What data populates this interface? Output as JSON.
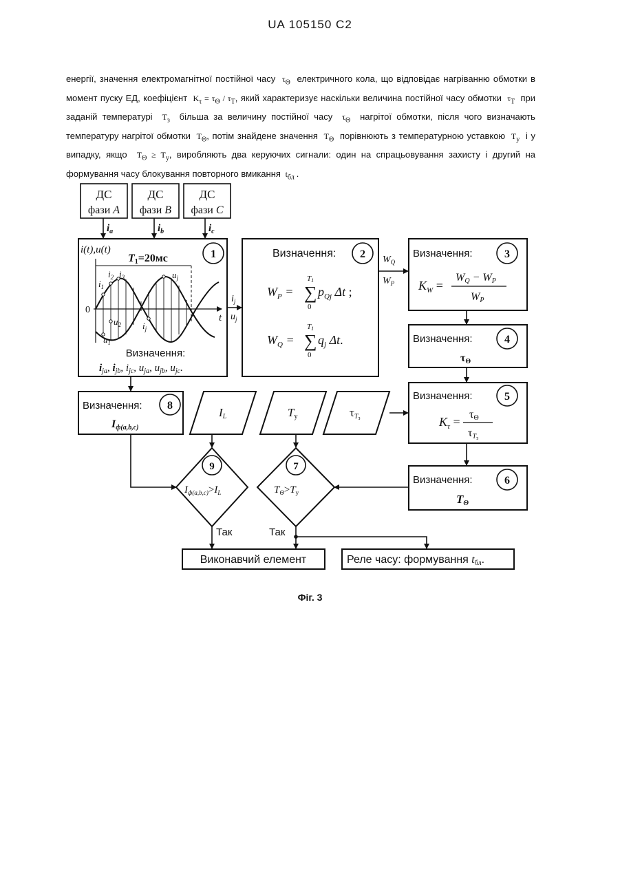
{
  "header": {
    "patent_id": "UA   105150   C2"
  },
  "paragraph": {
    "p1": "енергії, значення електромагнітної постійної часу",
    "s1": "τ",
    "s1sub": "Θ",
    "p2": "електричного кола, що відповідає нагріванню обмотки в момент пуску ЕД, коефіцієнт",
    "s2": "K",
    "s2sub": "τ",
    "s2rest": " = τ",
    "s2rest_sub": "Θ",
    "s2rest2": " / τ",
    "s2rest2_sub": "T",
    "p3": ", який характеризує наскільки величина постійної часу обмотки",
    "s3": "τ",
    "s3sub": "T",
    "p4": "при заданій температурі",
    "s4": "T",
    "s4sub": "з",
    "p5": "більша за величину постійної часу",
    "s5": "τ",
    "s5sub": "Θ",
    "p6": "нагрітої обмотки, після чого визначають температуру нагрітої обмотки",
    "s6": "T",
    "s6sub": "Θ",
    "p7": ", потім знайдене значення",
    "s7": "T",
    "s7sub": "Θ",
    "p8": "порівнюють з температурною уставкою",
    "s8": "T",
    "s8sub": "у",
    "p9": "і у випадку, якщо",
    "s9": "T",
    "s9sub": "Θ",
    "s9rest": " ≥ T",
    "s9rest_sub": "у",
    "p10": ", виробляють два керуючих сигнали: один на спрацьовування захисту і другий на формування часу блокування повторного вмикання",
    "s10": "t",
    "s10sub": "бл",
    "p11": "."
  },
  "figure": {
    "sensor_a": {
      "l1": "ДС",
      "l2": "фази ",
      "phase": "A",
      "signal": "i",
      "sub": "a"
    },
    "sensor_b": {
      "l1": "ДС",
      "l2": "фази ",
      "phase": "B",
      "signal": "i",
      "sub": "b"
    },
    "sensor_c": {
      "l1": "ДС",
      "l2": "фази ",
      "phase": "C",
      "signal": "i",
      "sub": "c"
    },
    "block1": {
      "number": "1",
      "axis_y": "i(t),u(t)",
      "axis_x": "t",
      "zero": "0",
      "period_T": "T",
      "period_sub": "1",
      "period_value": "=20мс",
      "lbl_i1": "i",
      "lbl_i2": "i",
      "lbl_i3": "i",
      "lbl_ij": "i",
      "lbl_u1": "u",
      "lbl_u2": "u",
      "lbl_uj": "u",
      "sub_1": "1",
      "sub_2": "2",
      "sub_3": "3",
      "sub_j": "j",
      "title": "Визначення:",
      "list": "i",
      "list_items": [
        "ja",
        "jb",
        "jc"
      ],
      "list_u": "u",
      "list_u_items": [
        "ja",
        "jb",
        "jc"
      ],
      "out_i": "i",
      "out_u": "u",
      "out_sub": "j"
    },
    "block2": {
      "number": "2",
      "title": "Визначення:",
      "wp": "W",
      "wp_sub": "P",
      "p_term": "p",
      "q_term": "q",
      "wq": "W",
      "wq_sub": "Q",
      "sum_top": "T",
      "sum_top_sub": "1",
      "sum_bottom": "0",
      "delta": "Δt",
      "semicolon": ";",
      "period": ".",
      "out_wq": "W",
      "out_wq_sub": "Q",
      "out_wp": "W",
      "out_wp_sub": "P"
    },
    "block3": {
      "number": "3",
      "title": "Визначення:",
      "k": "K",
      "k_sub": "W",
      "num": "W",
      "num_sub1": "Q",
      "minus": " − W",
      "num_sub2": "P",
      "den": "W",
      "den_sub": "P",
      "eq": "="
    },
    "block4": {
      "number": "4",
      "title": "Визначення:",
      "value": "τ",
      "value_sub": "Θ"
    },
    "block5": {
      "number": "5",
      "title": "Визначення:",
      "k": "K",
      "k_sub": "τ",
      "eq": "=",
      "num": "τ",
      "num_sub": "Θ",
      "den": "τ",
      "den_sub": "T",
      "den_sub2": "з"
    },
    "block6": {
      "number": "6",
      "title": "Визначення:",
      "value": "T",
      "value_sub": "Θ"
    },
    "block8": {
      "number": "8",
      "title": "Визначення:",
      "value": "I",
      "value_sub": "ф(a,b,c)"
    },
    "input_il": {
      "v": "I",
      "sub": "L"
    },
    "input_ty": {
      "v": "T",
      "sub": "у"
    },
    "input_tau": {
      "v": "τ",
      "sub": "T",
      "sub2": "з"
    },
    "decision9": {
      "number": "9",
      "lhs": "I",
      "lhs_sub": "ф(a,b,c)",
      "op": ">",
      "rhs": "I",
      "rhs_sub": "L"
    },
    "decision7": {
      "number": "7",
      "lhs": "T",
      "lhs_sub": "Θ",
      "op": ">",
      "rhs": "T",
      "rhs_sub": "у"
    },
    "yes9": "Так",
    "yes7": "Так",
    "actuator": "Виконавчий елемент",
    "relay": "Реле часу: формування ",
    "relay_t": "t",
    "relay_sub": "бл",
    "relay_end": "."
  },
  "caption": "Фіг. 3"
}
